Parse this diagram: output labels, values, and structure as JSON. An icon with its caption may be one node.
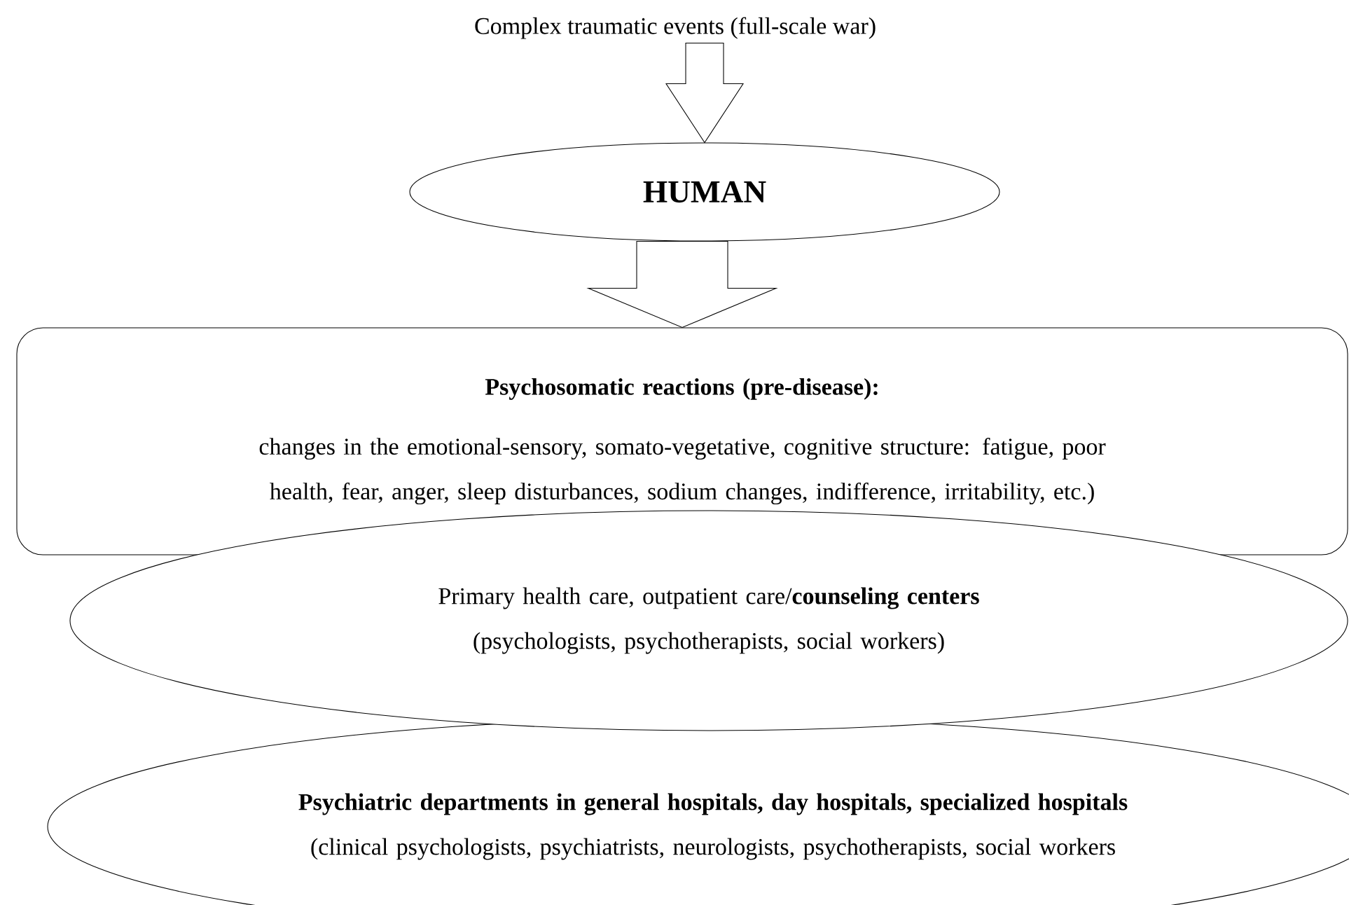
{
  "diagram": {
    "nodes": [
      {
        "text": [
          "Complex traumatic events (full-scale war)"
        ]
      },
      {
        "text": [
          "HUMAN"
        ]
      },
      {
        "text": [
          "Psychosomatic reactions (pre-disease):",
          "changes in the emotional-sensory, somato-vegetative, cognitive structure: fatigue, poor health, fear, anger, sleep disturbances, sodium changes, indifference, irritability, etc.)"
        ]
      },
      {
        "text": [
          "Primary health care, outpatient care/**counseling centers** (psychologists, psychotherapists, social workers)"
        ]
      },
      {
        "text": [
          "**Psychiatric departments in general hospitals, day hospitals, specialized hospitals** (clinical psychologists, psychiatrists, neurologists, psychotherapists, social workers"
        ]
      }
    ],
    "edges": [
      {
        "from": 0,
        "to": 1,
        "arrow": "to"
      },
      {
        "from": 1,
        "to": 2,
        "arrow": "to"
      }
    ]
  }
}
